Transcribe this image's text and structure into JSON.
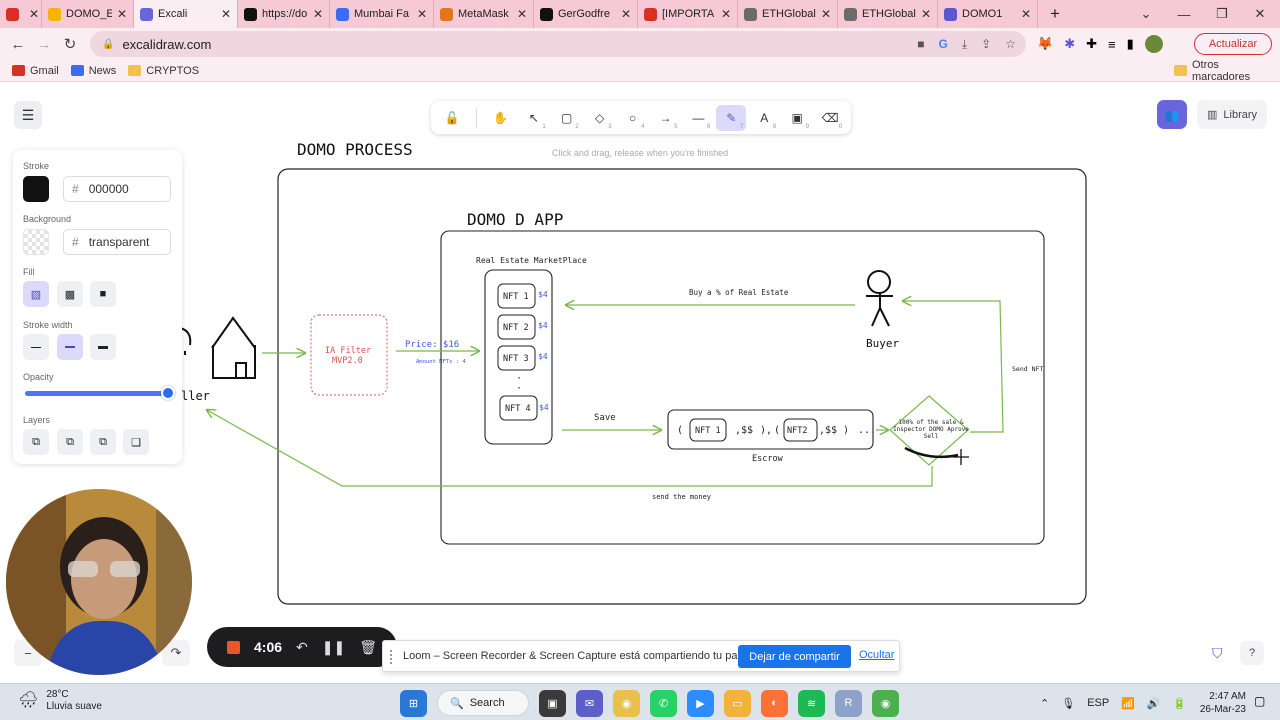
{
  "browser": {
    "tabs": [
      {
        "label": "",
        "fav_color": "#d93025",
        "active": false,
        "width": 42
      },
      {
        "label": "DOMO_En",
        "fav_color": "#f4b400",
        "active": false,
        "width": 92
      },
      {
        "label": "Excali",
        "fav_color": "#6965db",
        "active": true,
        "width": 104
      },
      {
        "label": "https://do",
        "fav_color": "#111111",
        "active": false,
        "width": 92
      },
      {
        "label": "Mumbai Fa",
        "fav_color": "#3a6cf4",
        "active": false,
        "width": 104
      },
      {
        "label": "MetaMask",
        "fav_color": "#e2761b",
        "active": false,
        "width": 100
      },
      {
        "label": "GerGodfre",
        "fav_color": "#111111",
        "active": false,
        "width": 104
      },
      {
        "label": "[IMPORTA",
        "fav_color": "#d93025",
        "active": false,
        "width": 100
      },
      {
        "label": "ETHGlobal",
        "fav_color": "#6b6b6b",
        "active": false,
        "width": 100
      },
      {
        "label": "ETHGlobal",
        "fav_color": "#6b6b6b",
        "active": false,
        "width": 100
      },
      {
        "label": "DOMO1",
        "fav_color": "#5b57d1",
        "active": false,
        "width": 100
      }
    ],
    "new_tab": "+",
    "url": "excalidraw.com",
    "update_label": "Actualizar",
    "bookmarks": [
      {
        "label": "Gmail",
        "color": "#d93025"
      },
      {
        "label": "News",
        "color": "#3a6cf4"
      },
      {
        "label": "CRYPTOS",
        "color": "#f2c14e"
      }
    ],
    "other_bookmarks": "Otros marcadores"
  },
  "excalidraw": {
    "hint": "Click and drag, release when you're finished",
    "library_label": "Library",
    "tools": [
      {
        "icon": "lock-icon",
        "glyph": "🔓",
        "key": ""
      },
      {
        "icon": "hand-icon",
        "glyph": "✋",
        "key": ""
      },
      {
        "icon": "pointer-icon",
        "glyph": "↖",
        "key": "1"
      },
      {
        "icon": "rectangle-icon",
        "glyph": "▢",
        "key": "2"
      },
      {
        "icon": "diamond-icon",
        "glyph": "◇",
        "key": "3"
      },
      {
        "icon": "ellipse-icon",
        "glyph": "○",
        "key": "4"
      },
      {
        "icon": "arrow-icon",
        "glyph": "→",
        "key": "5"
      },
      {
        "icon": "line-icon",
        "glyph": "—",
        "key": "6"
      },
      {
        "icon": "pencil-icon",
        "glyph": "✎",
        "key": "7"
      },
      {
        "icon": "text-icon",
        "glyph": "A",
        "key": "8"
      },
      {
        "icon": "image-icon",
        "glyph": "▣",
        "key": "9"
      },
      {
        "icon": "eraser-icon",
        "glyph": "⌫",
        "key": "0"
      }
    ],
    "props": {
      "stroke_label": "Stroke",
      "stroke_value": "000000",
      "stroke_color": "#111111",
      "background_label": "Background",
      "background_value": "transparent",
      "fill_label": "Fill",
      "stroke_width_label": "Stroke width",
      "opacity_label": "Opacity",
      "opacity_value": 100,
      "layers_label": "Layers"
    }
  },
  "diagram": {
    "title": "DOMO PROCESS",
    "app_title": "DOMO D APP",
    "marketplace": "Real Estate MarketPlace",
    "nfts": [
      "NFT 1",
      "NFT 2",
      "NFT 3",
      "NFT 4"
    ],
    "nft_price": "$4",
    "ellipsis": "·",
    "ia_filter": "IA Filter",
    "ia_version": "MVP2.0",
    "price": "Price: $16",
    "amount": "Amount NFTs : 4",
    "buy_label": "Buy a % of Real Estate",
    "buyer": "Buyer",
    "send_nft": "Send NFT",
    "save": "Save",
    "escrow_nft1": "NFT 1",
    "escrow_nft2": "NFT2",
    "escrow_money": ",$$",
    "escrow_more": "...",
    "escrow": "Escrow",
    "diamond_text": "100% of the sale & Inspector DOMO Aprove Sell",
    "send_money": "send the money",
    "seller": "ller"
  },
  "loom": {
    "time": "4:06",
    "share_text": "Loom – Screen Recorder & Screen Capture está compartiendo tu pantalla.",
    "stop_label": "Dejar de compartir",
    "hide_label": "Ocultar"
  },
  "taskbar": {
    "temp": "28°C",
    "weather": "Lluvia suave",
    "search": "Search",
    "lang": "ESP",
    "time": "2:47 AM",
    "date": "26-Mar-23"
  },
  "colors": {
    "accent": "#6965db",
    "arrow_green": "#7ab84a",
    "filter_red": "#d9534f",
    "nft_blue": "#3b5bdb"
  }
}
